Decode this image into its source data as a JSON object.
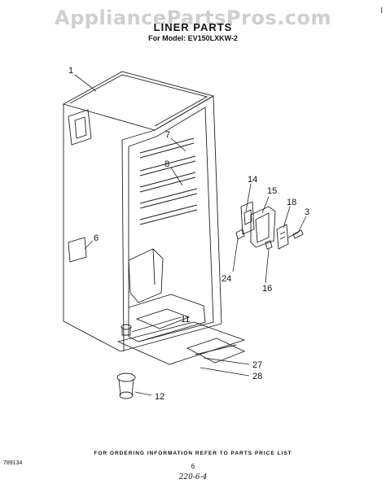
{
  "watermark": "AppliancePartsPros.com",
  "title": "LINER PARTS",
  "model_line": "For Model: EV150LXKW-2",
  "edge_mark": "I",
  "callouts": [
    "1",
    "7",
    "8",
    "6",
    "14",
    "15",
    "18",
    "3",
    "24",
    "16",
    "11",
    "12",
    "27",
    "28"
  ],
  "footer": {
    "ordering_note": "FOR ORDERING INFORMATION REFER TO PARTS PRICE LIST",
    "page_number": "6",
    "handwritten": "220-6-4",
    "doc_number": "789134"
  }
}
